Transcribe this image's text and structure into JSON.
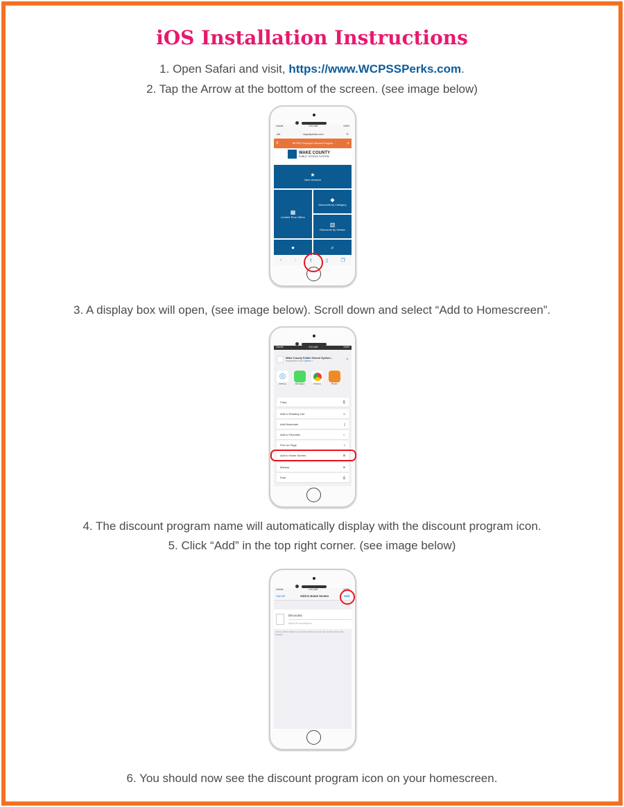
{
  "title": "iOS Installation Instructions",
  "steps": {
    "s1_pre": "1.  Open Safari and visit, ",
    "s1_link": "https://www.WCPSSPerks.com",
    "s1_post": ".",
    "s2": "2.  Tap the Arrow at the bottom of the screen. (see image below)",
    "s3": "3.  A display box will open, (see image below).  Scroll down and select “Add to Homescreen”.",
    "s4": "4.  The discount program name will automatically display with the discount program icon.",
    "s5": "5.  Click “Add” in the top right corner. (see image below)",
    "s6": "6.  You should now see the discount program icon on your homescreen."
  },
  "colors": {
    "border": "#f37021",
    "title": "#e8196f",
    "link": "#0b5b9c",
    "tile": "#0b5a91",
    "highlight": "#e8141c"
  },
  "phone1": {
    "carrier": "Carrier",
    "time": "9:41 AM",
    "battery": "100%",
    "aa": "AA",
    "url": "wcpssperks.com",
    "banner": "WCPSS Employee Discount Program",
    "logo_line1": "WAKE COUNTY",
    "logo_line2": "PUBLIC SCHOOL SYSTEM",
    "tiles": [
      "New Vendors",
      "Limited Time Offers",
      "Discounts by Category",
      "Discounts by Vendor"
    ]
  },
  "phone2": {
    "site_title": "Wake County Public School System...",
    "site_url": "wcpssperks.com",
    "options": "Options >",
    "apps": [
      "AirDrop",
      "Messages",
      "Chrome",
      "Books"
    ],
    "copy": "Copy",
    "items": [
      "Add to Reading List",
      "Add Bookmark",
      "Add to Favorites",
      "Find on Page",
      "Add to Home Screen",
      "Markup",
      "Print"
    ]
  },
  "phone3": {
    "cancel": "Cancel",
    "header": "Add to Home Screen",
    "add": "Add",
    "name": "Discounts",
    "url": "https://m.wcpssperk",
    "note": "An icon will be added to your Home Screen so you can quickly access this website."
  }
}
